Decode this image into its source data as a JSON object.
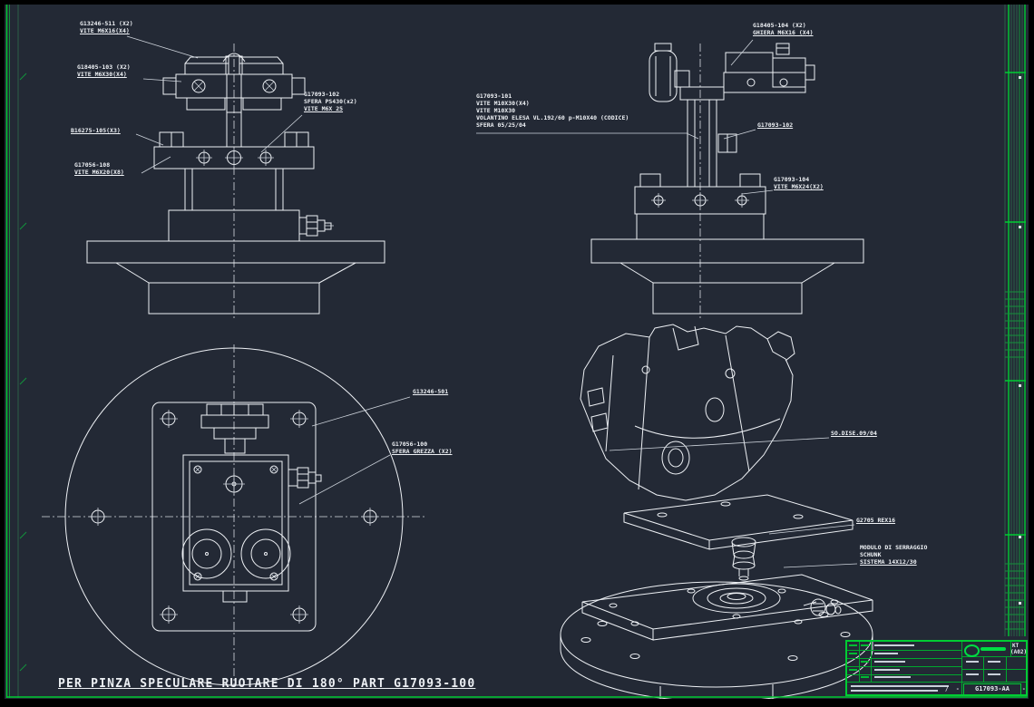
{
  "sheet": {
    "background": "#232935",
    "line_color": "#eef1f5",
    "frame_color": "#00cc33",
    "note": "PER PINZA SPECULARE RUOTARE DI 180° PART G17093-100"
  },
  "callouts": [
    {
      "lines": [
        "G13246-511 (X2)",
        "VITE M6X16(X4)"
      ]
    },
    {
      "lines": [
        "G18405-103 (X2)",
        "VITE M6X30(X4)"
      ]
    },
    {
      "lines": [
        "B16275-105(X3)"
      ]
    },
    {
      "lines": [
        "G17056-108",
        "VITE M6X20(X8)"
      ]
    },
    {
      "lines": [
        "G17093-102",
        "SFERA PS430(x2)",
        "VITE M6X 25"
      ]
    },
    {
      "lines": [
        "G18405-104 (X2)",
        "GHIERA M6X16 (X4)"
      ]
    },
    {
      "lines": [
        "G17093-101",
        "VITE M10X30(X4)",
        "VITE M10X30",
        "VOLANTINO ELESA VL.192/60 p-M10X40 (CODICE)",
        "SFERA 05/25/04"
      ]
    },
    {
      "lines": [
        "G17093-102"
      ]
    },
    {
      "lines": [
        "G17093-104",
        "VITE M6X24(X2)"
      ]
    },
    {
      "lines": [
        "G13246-501"
      ]
    },
    {
      "lines": [
        "G17056-100",
        "SFERA GREZZA (X2)"
      ]
    },
    {
      "lines": [
        "SO.DISE.09/04"
      ]
    },
    {
      "lines": [
        "G2705 REX16"
      ]
    },
    {
      "lines": [
        "MODULO DI SERRAGGIO",
        "SCHUNK",
        "SISTEMA 14X12/30"
      ]
    }
  ],
  "title_block": {
    "format_line1": "KT",
    "format_line2": "(A02)",
    "rev": "/",
    "dash1": "-",
    "drawing_number": "G17093-AA",
    "dash2": "-"
  }
}
